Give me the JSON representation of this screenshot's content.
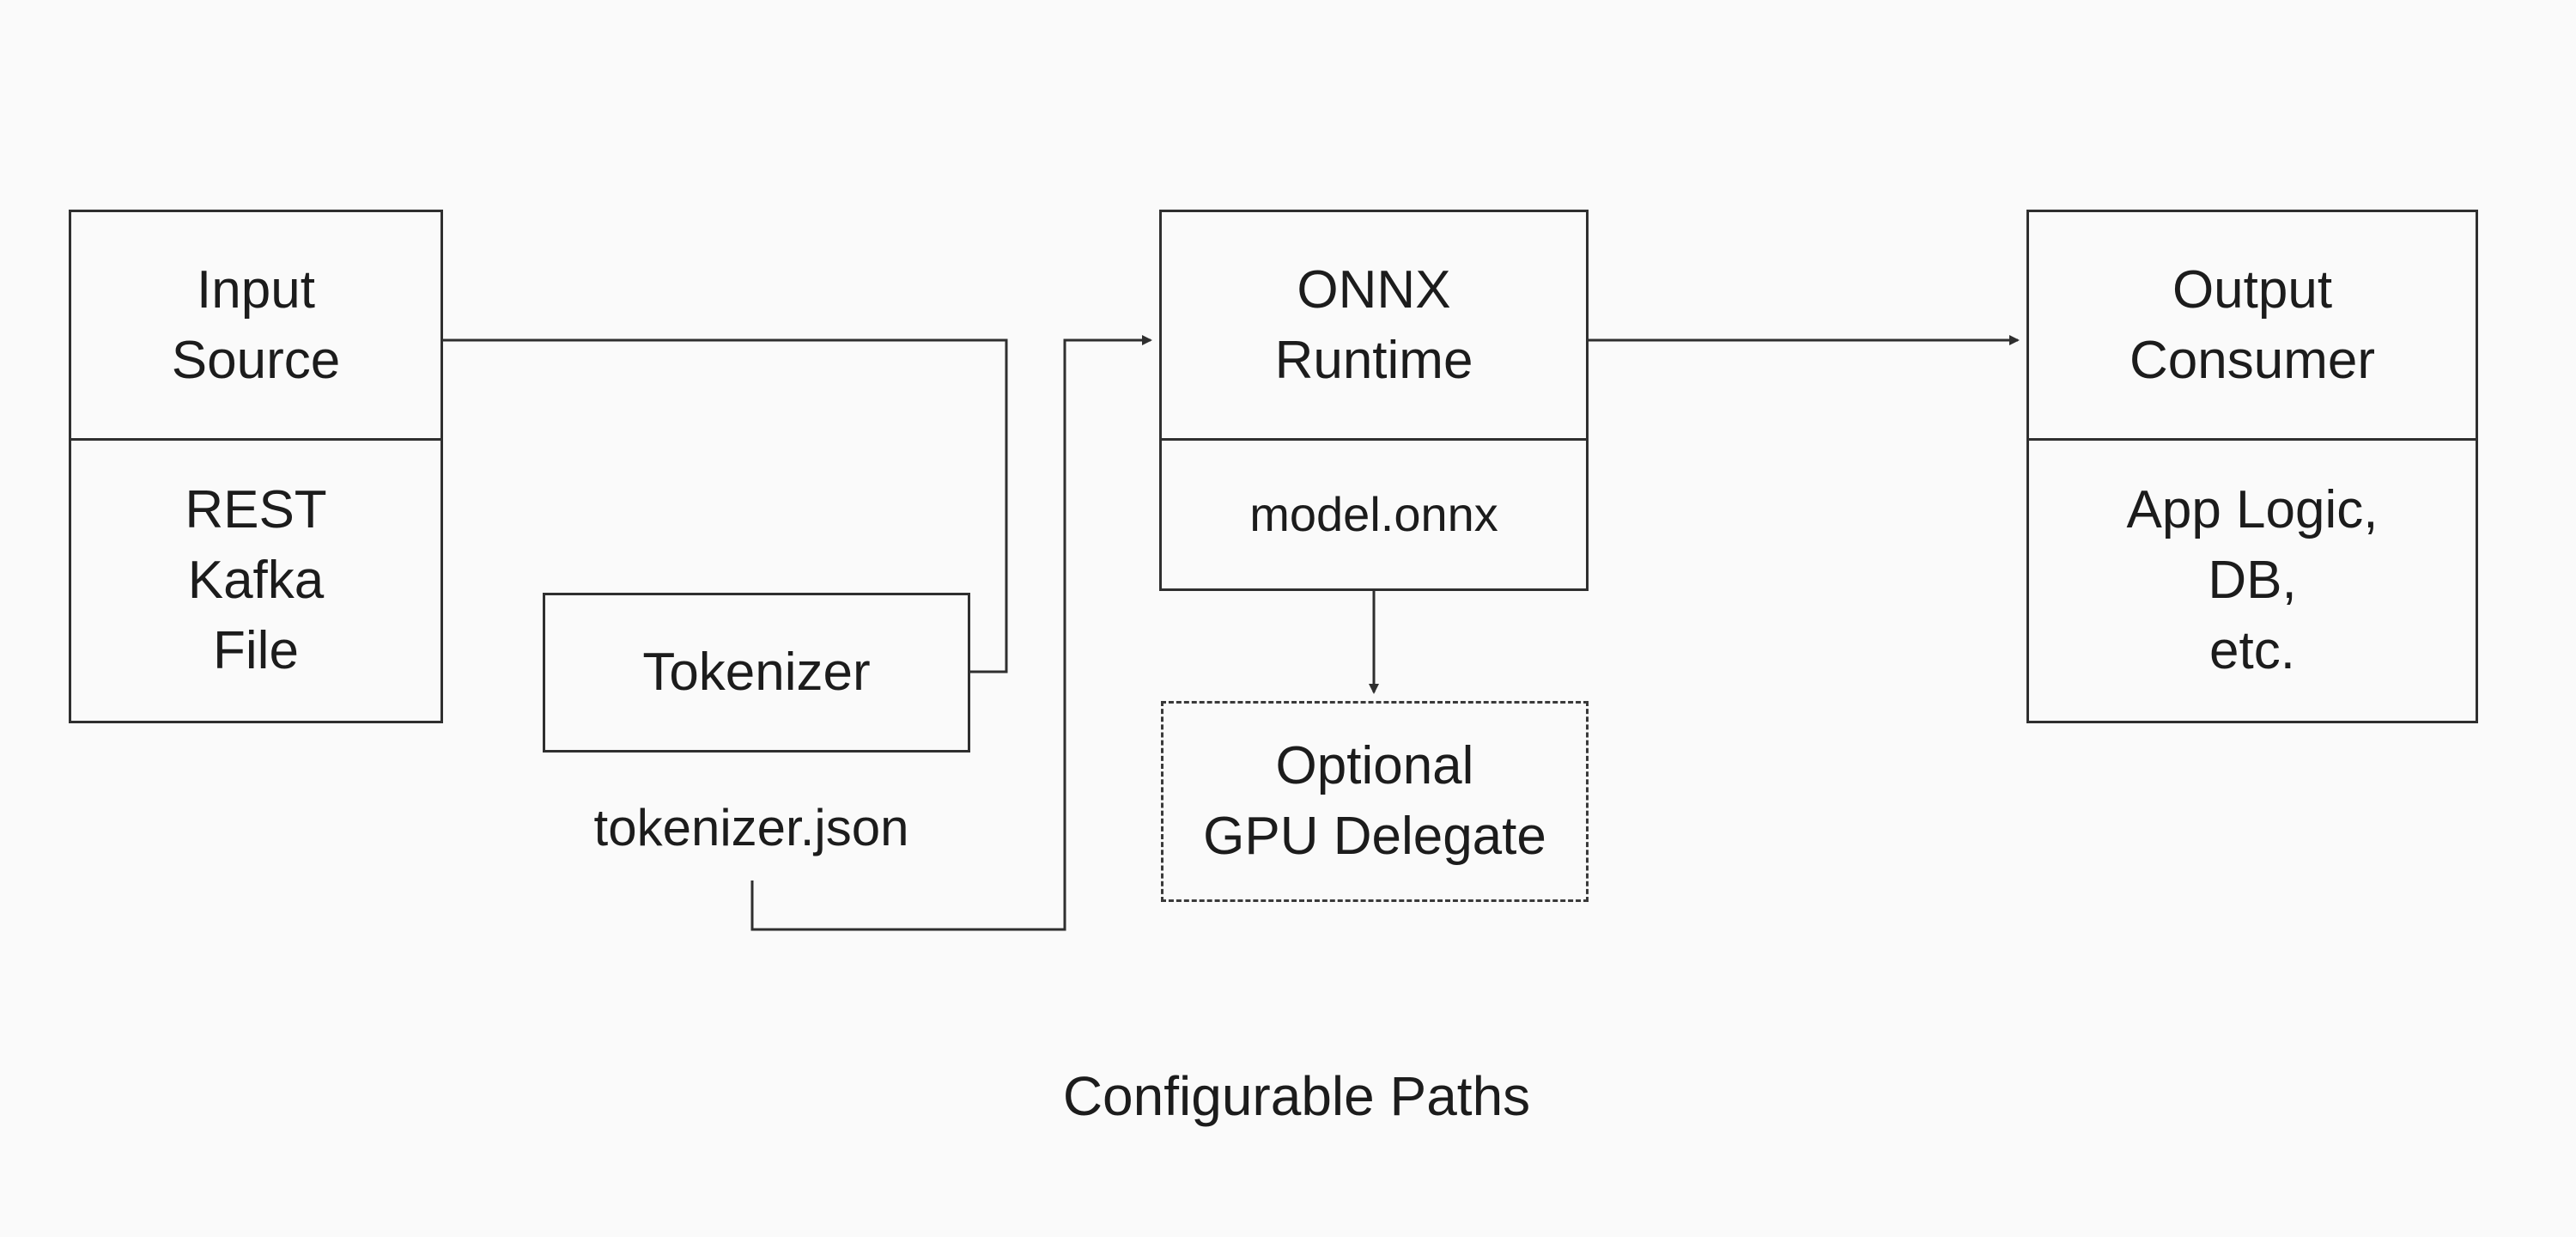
{
  "diagram": {
    "nodes": {
      "input_source": {
        "title": "Input\nSource",
        "body": "REST\nKafka\nFile"
      },
      "tokenizer": {
        "title": "Tokenizer",
        "file_label": "tokenizer.json"
      },
      "onnx_runtime": {
        "title": "ONNX\nRuntime",
        "body": "model.onnx"
      },
      "gpu_delegate": {
        "title": "Optional\nGPU Delegate"
      },
      "output_consumer": {
        "title": "Output\nConsumer",
        "body": "App Logic,\nDB,\netc."
      }
    },
    "caption": "Configurable Paths",
    "colors": {
      "line": "#2f2f2f",
      "background": "#fafafa",
      "text": "#1c1c1c"
    }
  }
}
